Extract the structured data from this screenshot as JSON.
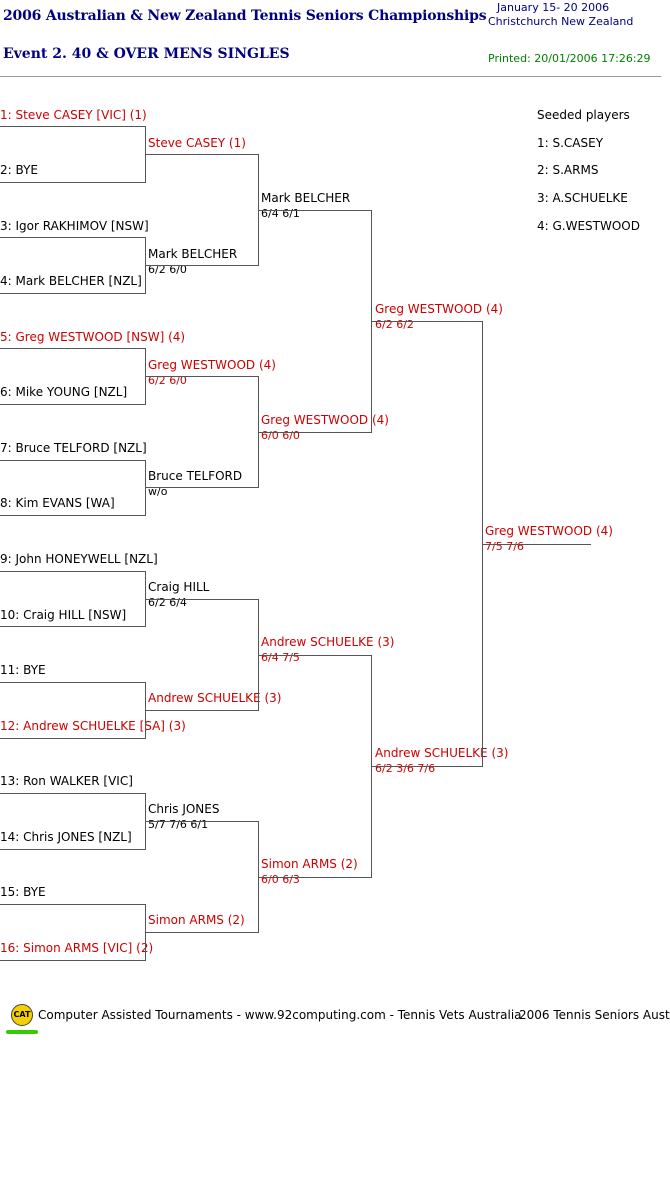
{
  "header": {
    "title": "2006 Australian & New Zealand Tennis Seniors Championships",
    "dates": "January  15- 20 2006",
    "location": "Christchurch   New Zealand",
    "event": "Event 2. 40 & OVER MENS SINGLES",
    "printed": "Printed: 20/01/2006 17:26:29"
  },
  "seeded": {
    "title": "Seeded players",
    "list": [
      "1: S.CASEY",
      "2: S.ARMS",
      "3: A.SCHUELKE",
      "4: G.WESTWOOD"
    ]
  },
  "round1": [
    "1: Steve CASEY [VIC] (1)",
    "2: BYE",
    "3: Igor RAKHIMOV [NSW]",
    "4: Mark BELCHER [NZL]",
    "5: Greg WESTWOOD [NSW] (4)",
    "6: Mike YOUNG [NZL]",
    "7: Bruce TELFORD [NZL]",
    "8: Kim EVANS [WA]",
    "9: John HONEYWELL [NZL]",
    "10: Craig HILL [NSW]",
    "11: BYE",
    "12: Andrew SCHUELKE [SA] (3)",
    "13: Ron WALKER [VIC]",
    "14: Chris JONES [NZL]",
    "15: BYE",
    "16: Simon ARMS [VIC] (2)"
  ],
  "round2": [
    {
      "name": "Steve CASEY (1)",
      "score": ""
    },
    {
      "name": "Mark BELCHER",
      "score": "6/2 6/0"
    },
    {
      "name": "Greg WESTWOOD (4)",
      "score": "6/2 6/0"
    },
    {
      "name": "Bruce TELFORD",
      "score": "w/o"
    },
    {
      "name": "Craig HILL",
      "score": "6/2 6/4"
    },
    {
      "name": "Andrew SCHUELKE (3)",
      "score": ""
    },
    {
      "name": "Chris JONES",
      "score": "5/7 7/6 6/1"
    },
    {
      "name": "Simon ARMS (2)",
      "score": ""
    }
  ],
  "round3": [
    {
      "name": "Mark BELCHER",
      "score": "6/4 6/1"
    },
    {
      "name": "Greg WESTWOOD (4)",
      "score": "6/0 6/0"
    },
    {
      "name": "Andrew SCHUELKE (3)",
      "score": "6/4 7/5"
    },
    {
      "name": "Simon ARMS (2)",
      "score": "6/0 6/3"
    }
  ],
  "round4": [
    {
      "name": "Greg WESTWOOD (4)",
      "score": "6/2 6/2"
    },
    {
      "name": "Andrew SCHUELKE (3)",
      "score": "6/2 3/6 7/6"
    }
  ],
  "final": {
    "name": "Greg WESTWOOD (4)",
    "score": "7/5 7/6"
  },
  "footer": {
    "logo_text": "CAT",
    "text": "Computer Assisted Tournaments - www.92computing.com -  Tennis Vets Australia",
    "right": "2006 Tennis Seniors Aust"
  },
  "colors": {
    "title": "#000080",
    "printed": "#008000",
    "seeded_entry": "#cc0000"
  }
}
